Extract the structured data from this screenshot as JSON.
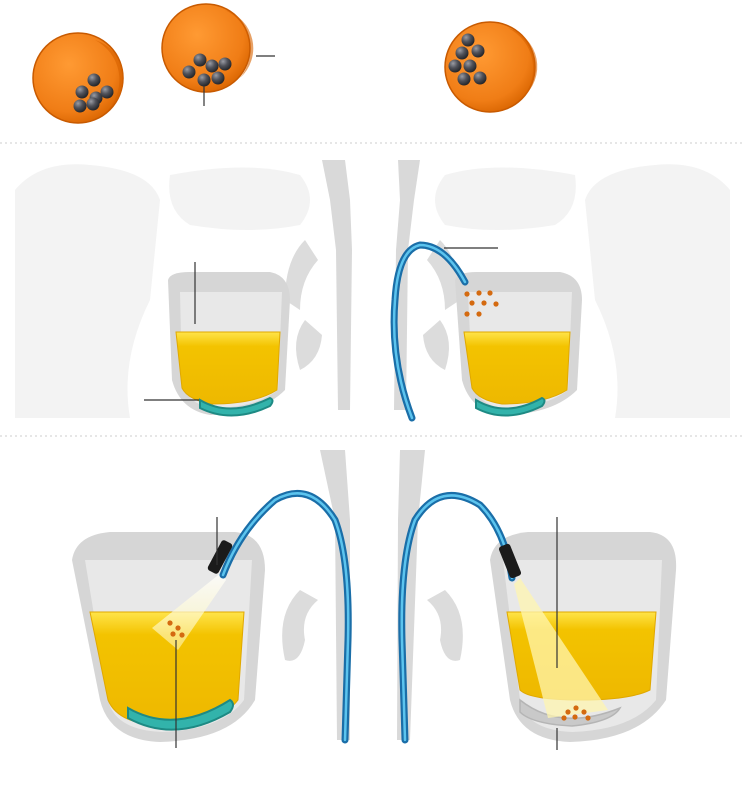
{
  "figure": {
    "panels": [
      {
        "id": "particles",
        "description_visible": false
      },
      {
        "id": "sinus-irrigation",
        "description_visible": false
      },
      {
        "id": "endoscopic-activation",
        "description_visible": false
      }
    ],
    "colors": {
      "particle_shell": "#f07d16",
      "particle_core": "#50525a",
      "fluid": "#f3c300",
      "fluid_highlight": "#ffe44a",
      "mucosa": "#32b3ab",
      "catheter": "#1a6ea8",
      "catheter_highlight": "#5cc4ee",
      "tissue": "#cfcfcf",
      "tissue_inner": "#ededed",
      "light_beam": "#fff6b0",
      "leader_line": "#333333",
      "divider": "#cccccc"
    },
    "labels": []
  }
}
